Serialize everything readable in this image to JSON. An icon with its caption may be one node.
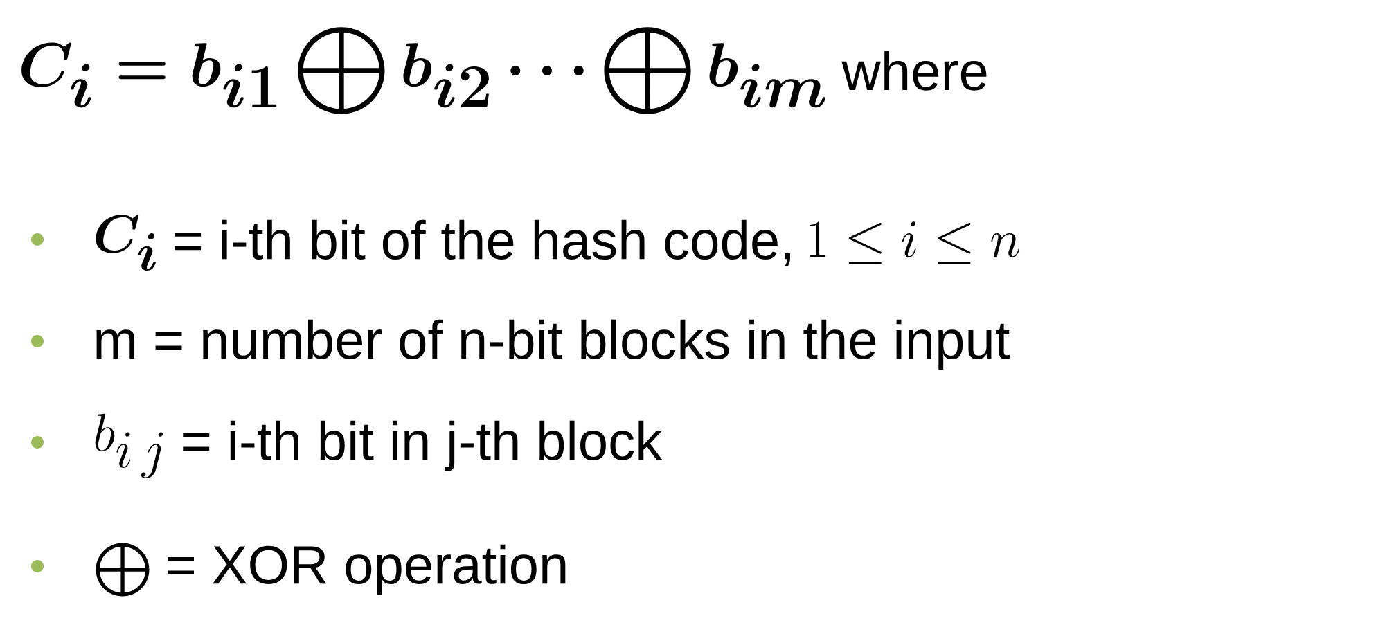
{
  "diagram": {
    "labels": [
      "\\boldsymbol{C_i = b_{i1}\\bigoplus b_{i2}\\dots\\bigoplus b_{im}}",
      "where",
      "\\boldsymbol{C_i}",
      "= i-th bit of the hash code,",
      "1 \\le i \\le n",
      "m = number of n-bit blocks in the input",
      "b_{i\\,j}",
      "= i-th bit in j-th block",
      "\\bigoplus",
      "= XOR operation"
    ]
  }
}
